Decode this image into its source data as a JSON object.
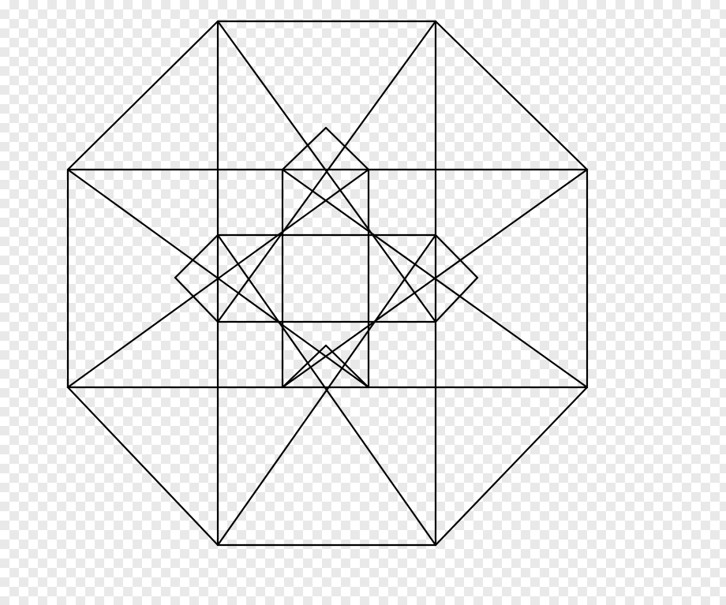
{
  "figure": {
    "description_free": true,
    "style": {
      "stroke_color": "#000000",
      "background": "transparency-checkerboard",
      "checker_color": "#e9e9e9"
    },
    "structure": {
      "outer_polygon_sides": 8,
      "inner_squares": 4,
      "projection": "tesseract-octagonal"
    }
  }
}
